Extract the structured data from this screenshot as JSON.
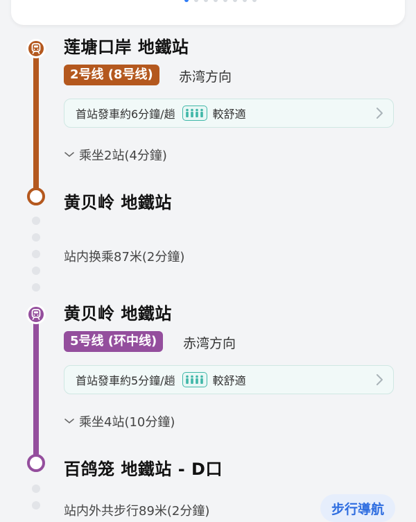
{
  "colors": {
    "line2": "#b4581e",
    "line5": "#944e9d",
    "accent": "#2f7cf6",
    "comfort": "#40b7a8"
  },
  "segments": [
    {
      "board_station": "莲塘口岸 地鐵站",
      "line_tag": "2号线 (8号线)",
      "direction": "赤湾方向",
      "info": {
        "departure": "首站發車約6分鐘/趟",
        "comfort": "較舒適",
        "crowd_icon": "people-icon",
        "chevron_icon": "chevron-right-icon"
      },
      "ride": "乘坐2站(4分鐘)",
      "alight_station": "黄贝岭 地鐵站"
    },
    {
      "board_station": "黄贝岭 地鐵站",
      "line_tag": "5号线 (环中线)",
      "direction": "赤湾方向",
      "info": {
        "departure": "首站發車約5分鐘/趟",
        "comfort": "較舒適",
        "crowd_icon": "people-icon",
        "chevron_icon": "chevron-right-icon"
      },
      "ride": "乘坐4站(10分鐘)",
      "alight_station": "百鸽笼 地鐵站 - D口"
    }
  ],
  "transfer": {
    "text": "站内换乘87米(2分鐘)"
  },
  "exit_walk": {
    "text": "站内外共步行89米(2分鐘)",
    "button_label": "步行導航"
  },
  "pager": {
    "count": 8,
    "active_index": 0
  }
}
